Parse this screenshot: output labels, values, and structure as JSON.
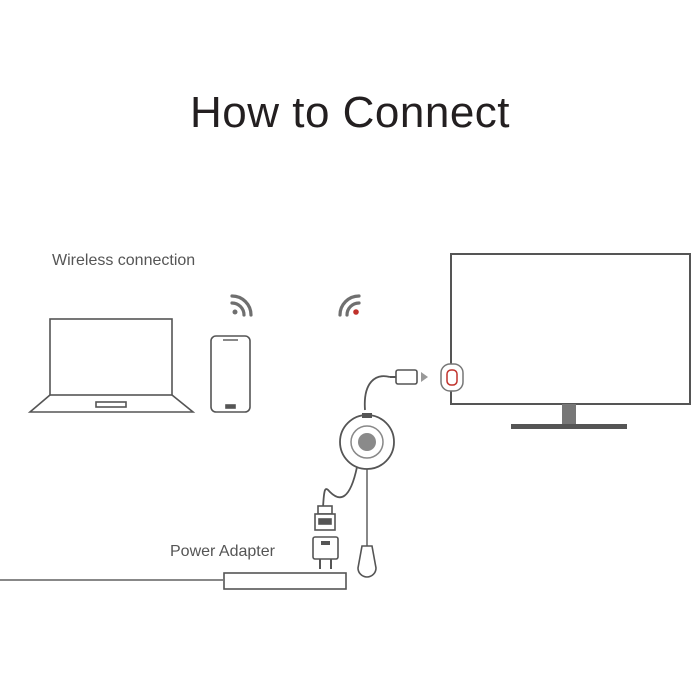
{
  "title": "How to Connect",
  "labels": {
    "wireless": "Wireless connection",
    "power": "Power Adapter"
  },
  "colors": {
    "line": "#5a5a5a",
    "icon": "#6f6f6f",
    "wifi_highlight": "#c0312b"
  }
}
